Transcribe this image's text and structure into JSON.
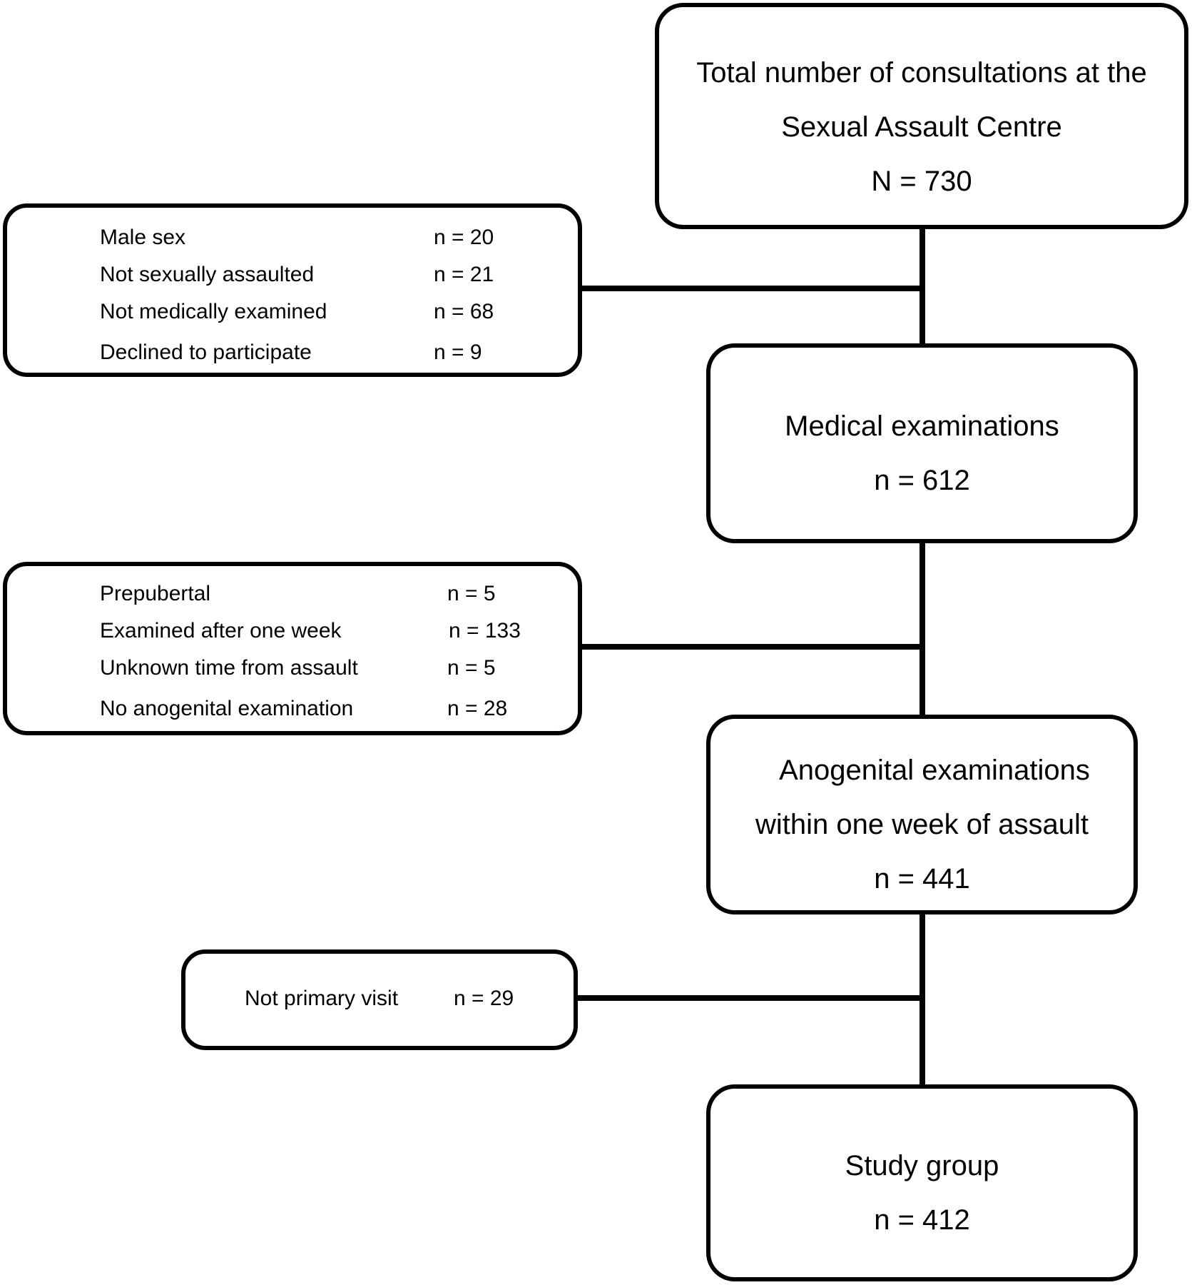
{
  "flowchart": {
    "total": {
      "line1": "Total number of consultations at the",
      "line2": "Sexual Assault Centre",
      "count": "N = 730"
    },
    "exclusion1": [
      {
        "label": "Male sex",
        "count": "n = 20"
      },
      {
        "label": "Not sexually assaulted",
        "count": "n = 21"
      },
      {
        "label": "Not medically examined",
        "count": "n = 68"
      },
      {
        "label": "Declined to participate",
        "count": "n = 9"
      }
    ],
    "medical": {
      "line1": "Medical examinations",
      "count": "n = 612"
    },
    "exclusion2": [
      {
        "label": "Prepubertal",
        "count": "n = 5"
      },
      {
        "label": "Examined after one week",
        "count": "n = 133"
      },
      {
        "label": "Unknown time from assault",
        "count": "n = 5"
      },
      {
        "label": "No anogenital examination",
        "count": "n = 28"
      }
    ],
    "anogenital": {
      "line1": "Anogenital examinations",
      "line2": "within one week of assault",
      "count": "n = 441"
    },
    "exclusion3": [
      {
        "label": "Not primary visit",
        "count": "n = 29"
      }
    ],
    "study": {
      "line1": "Study group",
      "count": "n = 412"
    }
  }
}
